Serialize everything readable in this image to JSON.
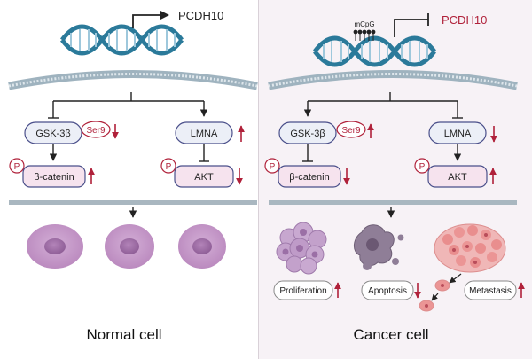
{
  "gene": "PCDH10",
  "methylation_label": "mCpG",
  "left": {
    "caption": "Normal cell",
    "gsk3b": "GSK-3β",
    "ser9": "Ser9",
    "lmna": "LMNA",
    "beta_catenin": "β-catenin",
    "akt": "AKT",
    "phospho": "P"
  },
  "right": {
    "caption": "Cancer cell",
    "gsk3b": "GSK-3β",
    "ser9": "Ser9",
    "lmna": "LMNA",
    "beta_catenin": "β-catenin",
    "akt": "AKT",
    "phospho": "P",
    "proliferation": "Proliferation",
    "apoptosis": "Apoptosis",
    "metastasis": "Metastasis"
  },
  "colors": {
    "dna_blue": "#2b7a9a",
    "dna_rungs": "#9ec8dc",
    "membrane": "#9fb3bf",
    "node_fill": "#eceff7",
    "node_pink": "#f6e3ee",
    "node_stroke": "#4a4f8a",
    "up_down_red": "#b0213a",
    "cell_fill": "#c99ccb",
    "nucleus_fill": "#a774ad"
  }
}
